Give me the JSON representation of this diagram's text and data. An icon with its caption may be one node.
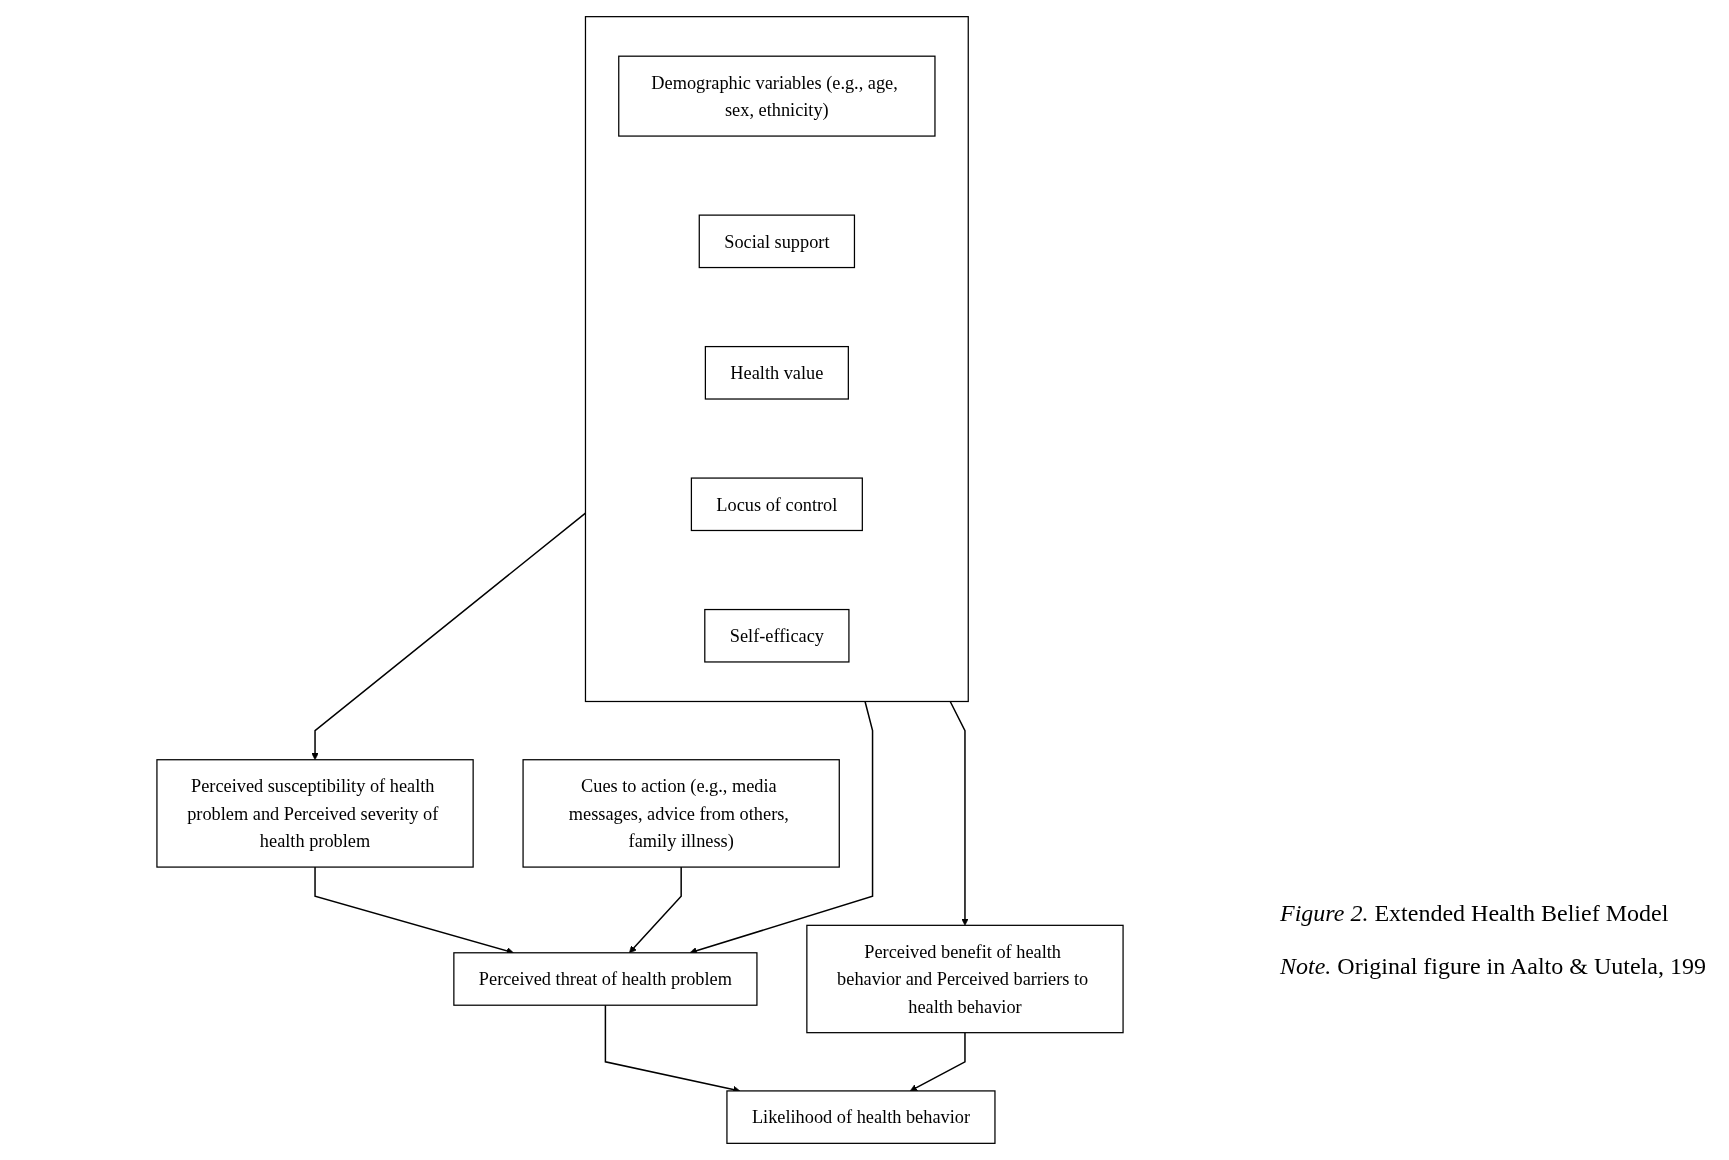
{
  "diagram": {
    "caption": "*Figure 2.* Extended Health Belief Model",
    "nodes": [
      {
        "text": [],
        "shape": "box"
      },
      {
        "text": [
          "Demographic variables (e.g., age, sex, ethnicity)"
        ],
        "in": 0
      },
      {
        "text": [
          "Social support"
        ],
        "in": 0
      },
      {
        "text": [
          "Health value"
        ],
        "in": 0
      },
      {
        "text": [
          "Locus of control"
        ],
        "in": 0
      },
      {
        "text": [
          "Self-efficacy"
        ],
        "in": 0
      },
      {
        "text": [
          "Perceived benefit of health behavior and Perceived barriers to health behavior"
        ]
      },
      {
        "text": [
          "Perceived susceptibility of health problem and Perceived severity of health problem"
        ]
      },
      {
        "text": [
          "Perceived threat of health problem"
        ]
      },
      {
        "text": [
          "Likelihood of health behavior"
        ]
      },
      {
        "text": [
          "Cues to action (e.g., media messages, advice from others, family illness)"
        ]
      }
    ],
    "edges": [
      {
        "from": 0,
        "to": 7,
        "arrow": "to"
      },
      {
        "from": 0,
        "to": 6,
        "arrow": "to"
      },
      {
        "from": 0,
        "to": 8,
        "arrow": "to"
      },
      {
        "from": 7,
        "to": 8,
        "arrow": "to"
      },
      {
        "from": 8,
        "to": 9,
        "arrow": "to"
      },
      {
        "from": 6,
        "to": 9,
        "arrow": "to"
      },
      {
        "from": 10,
        "to": 8,
        "arrow": "to"
      }
    ],
    "labels": [
      "*Note.* Original figure in Aalto & Uutela, 199"
    ]
  }
}
